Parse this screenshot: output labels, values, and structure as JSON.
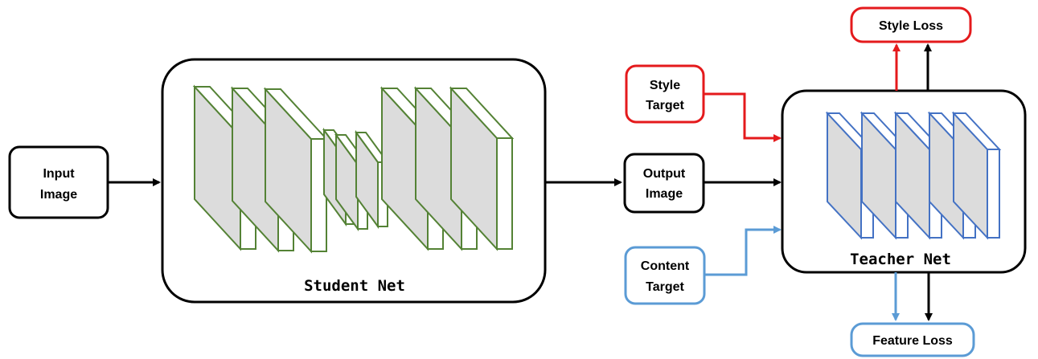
{
  "nodes": {
    "input_image": {
      "line1": "Input",
      "line2": "Image"
    },
    "output_image": {
      "line1": "Output",
      "line2": "Image"
    },
    "style_target": {
      "line1": "Style",
      "line2": "Target"
    },
    "content_target": {
      "line1": "Content",
      "line2": "Target"
    },
    "style_loss": {
      "label": "Style Loss"
    },
    "feature_loss": {
      "label": "Feature Loss"
    }
  },
  "networks": {
    "student": {
      "label": "Student Net"
    },
    "teacher": {
      "label": "Teacher Net"
    }
  },
  "colors": {
    "black": "#000000",
    "red": "#e41a1c",
    "blue": "#5b9bd5",
    "green_layer": "#548235",
    "blue_layer": "#4472c4",
    "layer_fill": "#dcdcdc"
  }
}
